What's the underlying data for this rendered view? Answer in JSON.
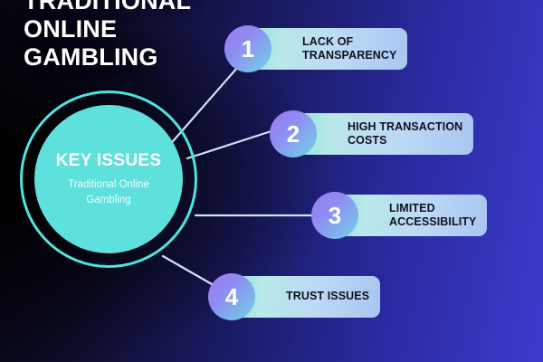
{
  "title": {
    "lines": [
      "TRADITIONAL",
      "ONLINE",
      "GAMBLING"
    ]
  },
  "hub": {
    "heading": "KEY ISSUES",
    "subheading": "Traditional Online Gambling"
  },
  "items": [
    {
      "number": "1",
      "label_line1": "LACK OF",
      "label_line2": "TRANSPARENCY"
    },
    {
      "number": "2",
      "label_line1": "HIGH TRANSACTION",
      "label_line2": "COSTS"
    },
    {
      "number": "3",
      "label_line1": "LIMITED",
      "label_line2": "ACCESSIBILITY"
    },
    {
      "number": "4",
      "label_line1": "TRUST ISSUES",
      "label_line2": ""
    }
  ],
  "colors": {
    "accent_cyan": "#5ee0dc",
    "ring_cyan": "#4fe3e0",
    "badge_purple": "#9b7bf0",
    "badge_cyan": "#6fd4e6",
    "pill_start": "#8fe3d0",
    "pill_end": "#a9c6f2",
    "connector": "#cfe4f6",
    "text_dark": "#10101e",
    "text_light": "#ffffff",
    "bg_left": "#050510",
    "bg_right": "#3b3bcc"
  }
}
